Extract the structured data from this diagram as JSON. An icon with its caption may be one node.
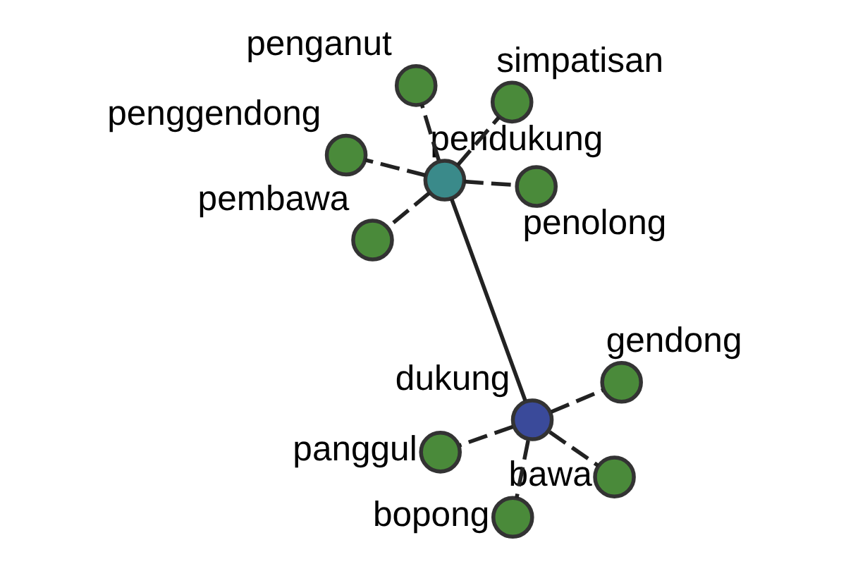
{
  "diagram": {
    "nodes": [
      {
        "text": [
          "pendukung"
        ]
      },
      {
        "text": [
          "penolong"
        ]
      },
      {
        "text": [
          "pembawa"
        ]
      },
      {
        "text": [
          "penggendong"
        ]
      },
      {
        "text": [
          "simpatisan"
        ]
      },
      {
        "text": [
          "penganut"
        ]
      },
      {
        "text": [
          "dukung"
        ]
      },
      {
        "text": [
          "bawa"
        ]
      },
      {
        "text": [
          "panggul"
        ]
      },
      {
        "text": [
          "bopong"
        ]
      },
      {
        "text": [
          "gendong"
        ]
      }
    ],
    "edges": [
      {
        "from": 0,
        "to": 6,
        "arrow": "none"
      },
      {
        "from": 0,
        "to": 1,
        "arrow": "none",
        "style": "dashed"
      },
      {
        "from": 0,
        "to": 2,
        "arrow": "none",
        "style": "dashed"
      },
      {
        "from": 0,
        "to": 3,
        "arrow": "none",
        "style": "dashed"
      },
      {
        "from": 0,
        "to": 4,
        "arrow": "none",
        "style": "dashed"
      },
      {
        "from": 0,
        "to": 5,
        "arrow": "none",
        "style": "dashed"
      },
      {
        "from": 6,
        "to": 7,
        "arrow": "none",
        "style": "dashed"
      },
      {
        "from": 6,
        "to": 8,
        "arrow": "none",
        "style": "dashed"
      },
      {
        "from": 6,
        "to": 9,
        "arrow": "none",
        "style": "dashed"
      },
      {
        "from": 6,
        "to": 10,
        "arrow": "none",
        "style": "dashed"
      }
    ]
  }
}
